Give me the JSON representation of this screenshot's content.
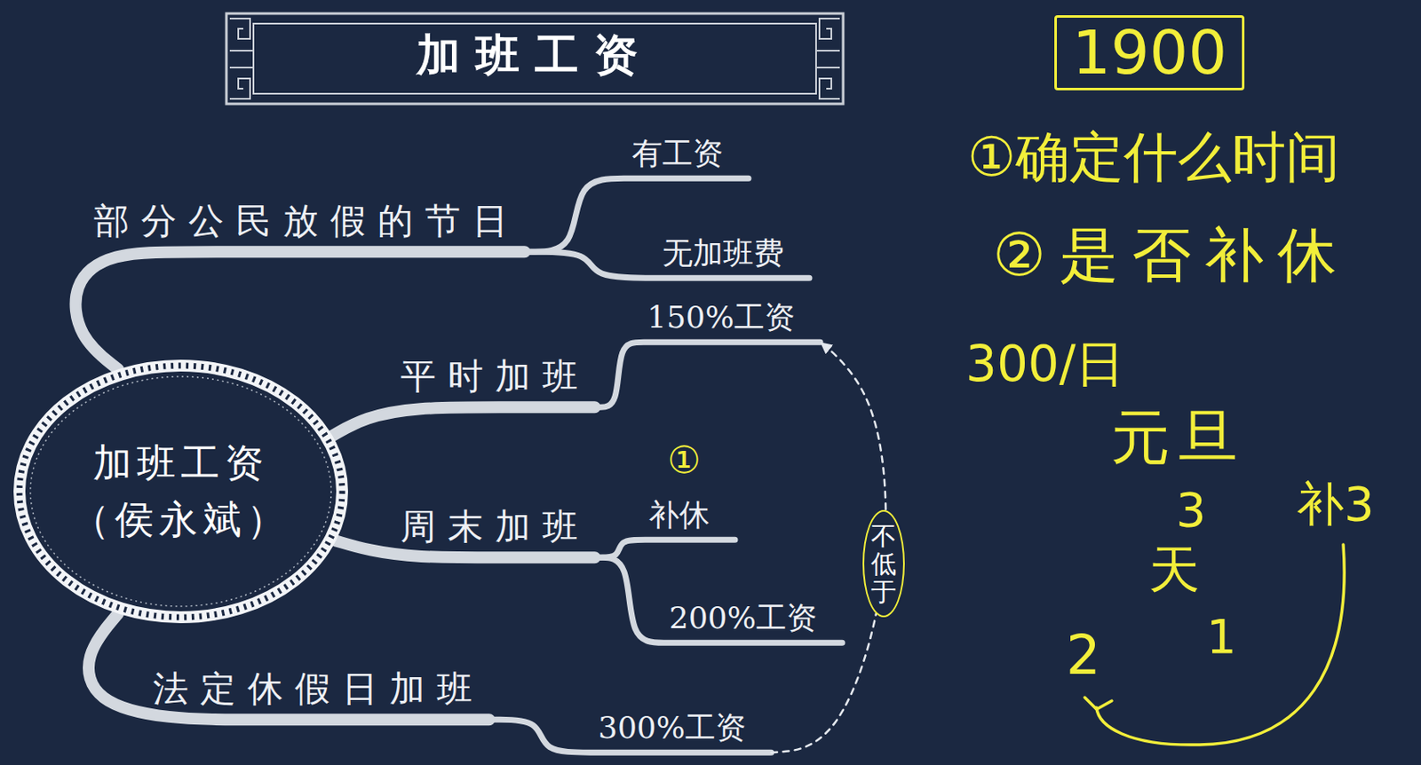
{
  "diagram": {
    "title": "加班工资",
    "nodes": [
      {
        "text": [
          "加班工资 （侯永斌）"
        ]
      },
      {
        "text": [
          "部分公民放假的节日"
        ]
      },
      {
        "text": [
          "有工资"
        ]
      },
      {
        "text": [
          "无加班费"
        ]
      },
      {
        "text": [
          "平时加班"
        ]
      },
      {
        "text": [
          "150%工资"
        ]
      },
      {
        "text": [
          "周末加班"
        ]
      },
      {
        "text": [
          "补休"
        ]
      },
      {
        "text": [
          "200%工资"
        ]
      },
      {
        "text": [
          "法定休假日加班"
        ]
      },
      {
        "text": [
          "300%工资"
        ]
      },
      {
        "text": [
          "1900"
        ]
      }
    ],
    "edges": [
      {
        "from": 0,
        "to": 1,
        "arrow": "none"
      },
      {
        "from": 1,
        "to": 2,
        "arrow": "none"
      },
      {
        "from": 1,
        "to": 3,
        "arrow": "none"
      },
      {
        "from": 0,
        "to": 4,
        "arrow": "none"
      },
      {
        "from": 4,
        "to": 5,
        "arrow": "none"
      },
      {
        "from": 0,
        "to": 6,
        "arrow": "none"
      },
      {
        "from": 6,
        "to": 7,
        "arrow": "none"
      },
      {
        "from": 6,
        "to": 8,
        "arrow": "none"
      },
      {
        "from": 0,
        "to": 9,
        "arrow": "none"
      },
      {
        "from": 9,
        "to": 10,
        "arrow": "none"
      },
      {
        "from": 10,
        "to": 5,
        "label": "不低于",
        "arrow": "to"
      }
    ],
    "labels": [
      "①确定什么时间",
      "②是否补休",
      "300/日",
      "元旦",
      "3",
      "天",
      "1",
      "2",
      "补3",
      "①"
    ]
  }
}
